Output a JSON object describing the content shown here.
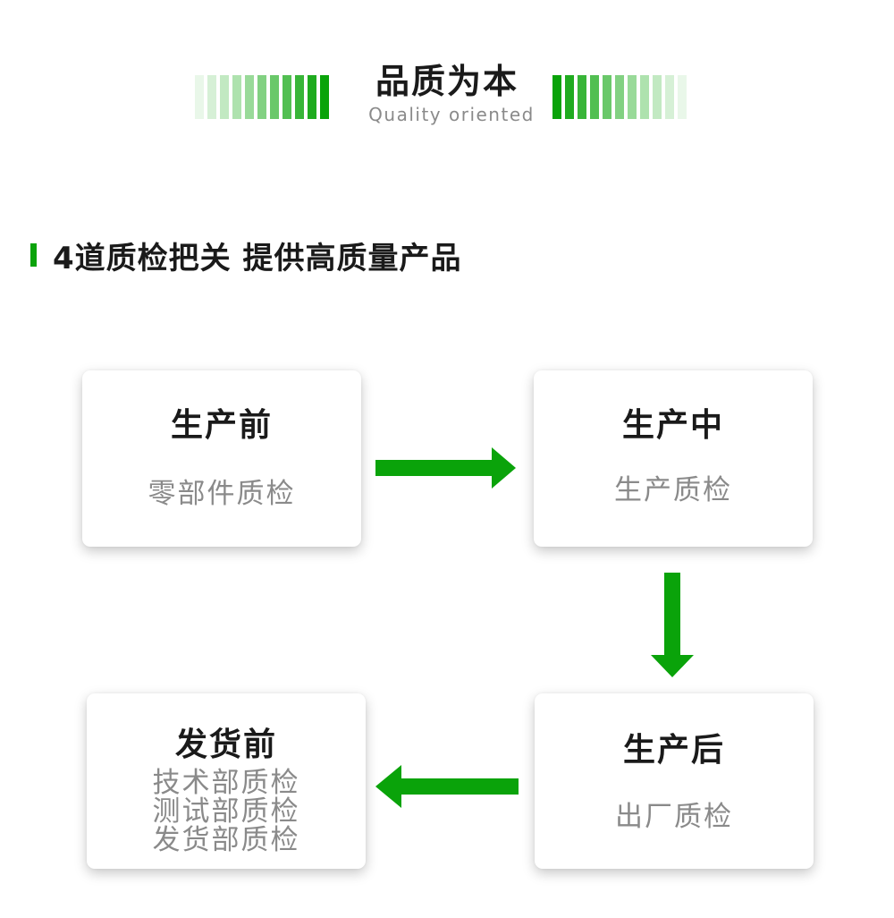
{
  "header": {
    "title": "品质为本",
    "subtitle": "Quality oriented",
    "stripe_colors_left": [
      "#e9f7e9",
      "#d6f0d6",
      "#c2e9c2",
      "#aee2ae",
      "#99da99",
      "#82d182",
      "#6ac86a",
      "#52bf52",
      "#38b538",
      "#1fab1f",
      "#0aa30a"
    ],
    "stripe_colors_right": [
      "#0aa30a",
      "#1fab1f",
      "#38b538",
      "#52bf52",
      "#6ac86a",
      "#82d182",
      "#99da99",
      "#aee2ae",
      "#c2e9c2",
      "#d6f0d6",
      "#e9f7e9"
    ]
  },
  "section": {
    "heading": "4道质检把关 提供高质量产品"
  },
  "colors": {
    "accent": "#0aa30a",
    "title_text": "#1a1a1a",
    "sub_text": "#8a8a8a"
  },
  "steps": [
    {
      "title": "生产前",
      "lines": [
        "零部件质检"
      ]
    },
    {
      "title": "生产中",
      "lines": [
        "生产质检"
      ]
    },
    {
      "title": "生产后",
      "lines": [
        "出厂质检"
      ]
    },
    {
      "title": "发货前",
      "lines": [
        "技术部质检",
        "测试部质检",
        "发货部质检"
      ]
    }
  ]
}
